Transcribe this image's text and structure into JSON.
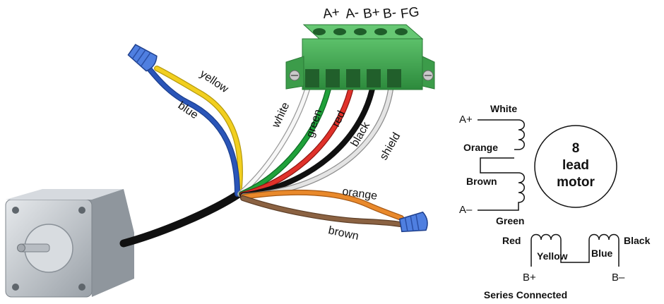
{
  "connector": {
    "pins": [
      "A+",
      "A-",
      "B+",
      "B-",
      "FG"
    ]
  },
  "wires": {
    "yellow": "yellow",
    "blue": "blue",
    "white": "white",
    "green": "green",
    "red": "red",
    "black": "black",
    "shield": "shield",
    "orange": "orange",
    "brown": "brown"
  },
  "schematic": {
    "a_plus": "A+",
    "a_minus": "A–",
    "b_plus": "B+",
    "b_minus": "B–",
    "white": "White",
    "orange": "Orange",
    "brown": "Brown",
    "green": "Green",
    "red": "Red",
    "yellow": "Yellow",
    "blue": "Blue",
    "black": "Black",
    "motor_line1": "8",
    "motor_line2": "lead",
    "motor_line3": "motor",
    "caption": "Series Connected"
  },
  "colors": {
    "connector": "#3fa84f",
    "yellow": "#f2cf1f",
    "blue": "#2a55b8",
    "white": "#f7f7f7",
    "green": "#1fa13a",
    "red": "#e0312a",
    "black": "#101010",
    "shield": "#d9d9d9",
    "orange": "#e9892b",
    "brown": "#8b6242",
    "wire_nut": "#4f7fe0",
    "motor_body": "#c9ced4"
  }
}
